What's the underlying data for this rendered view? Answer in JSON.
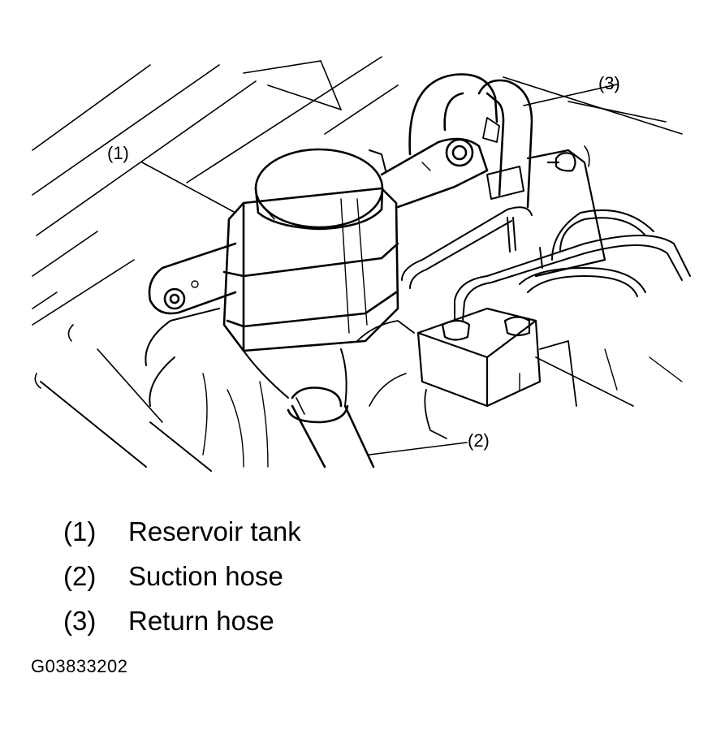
{
  "callouts": {
    "c1": "(1)",
    "c2": "(2)",
    "c3": "(3)"
  },
  "legend": [
    {
      "num": "(1)",
      "text": "Reservoir tank"
    },
    {
      "num": "(2)",
      "text": "Suction hose"
    },
    {
      "num": "(3)",
      "text": "Return hose"
    }
  ],
  "figure_id": "G03833202",
  "colors": {
    "ink": "#000000",
    "paper": "#ffffff"
  }
}
